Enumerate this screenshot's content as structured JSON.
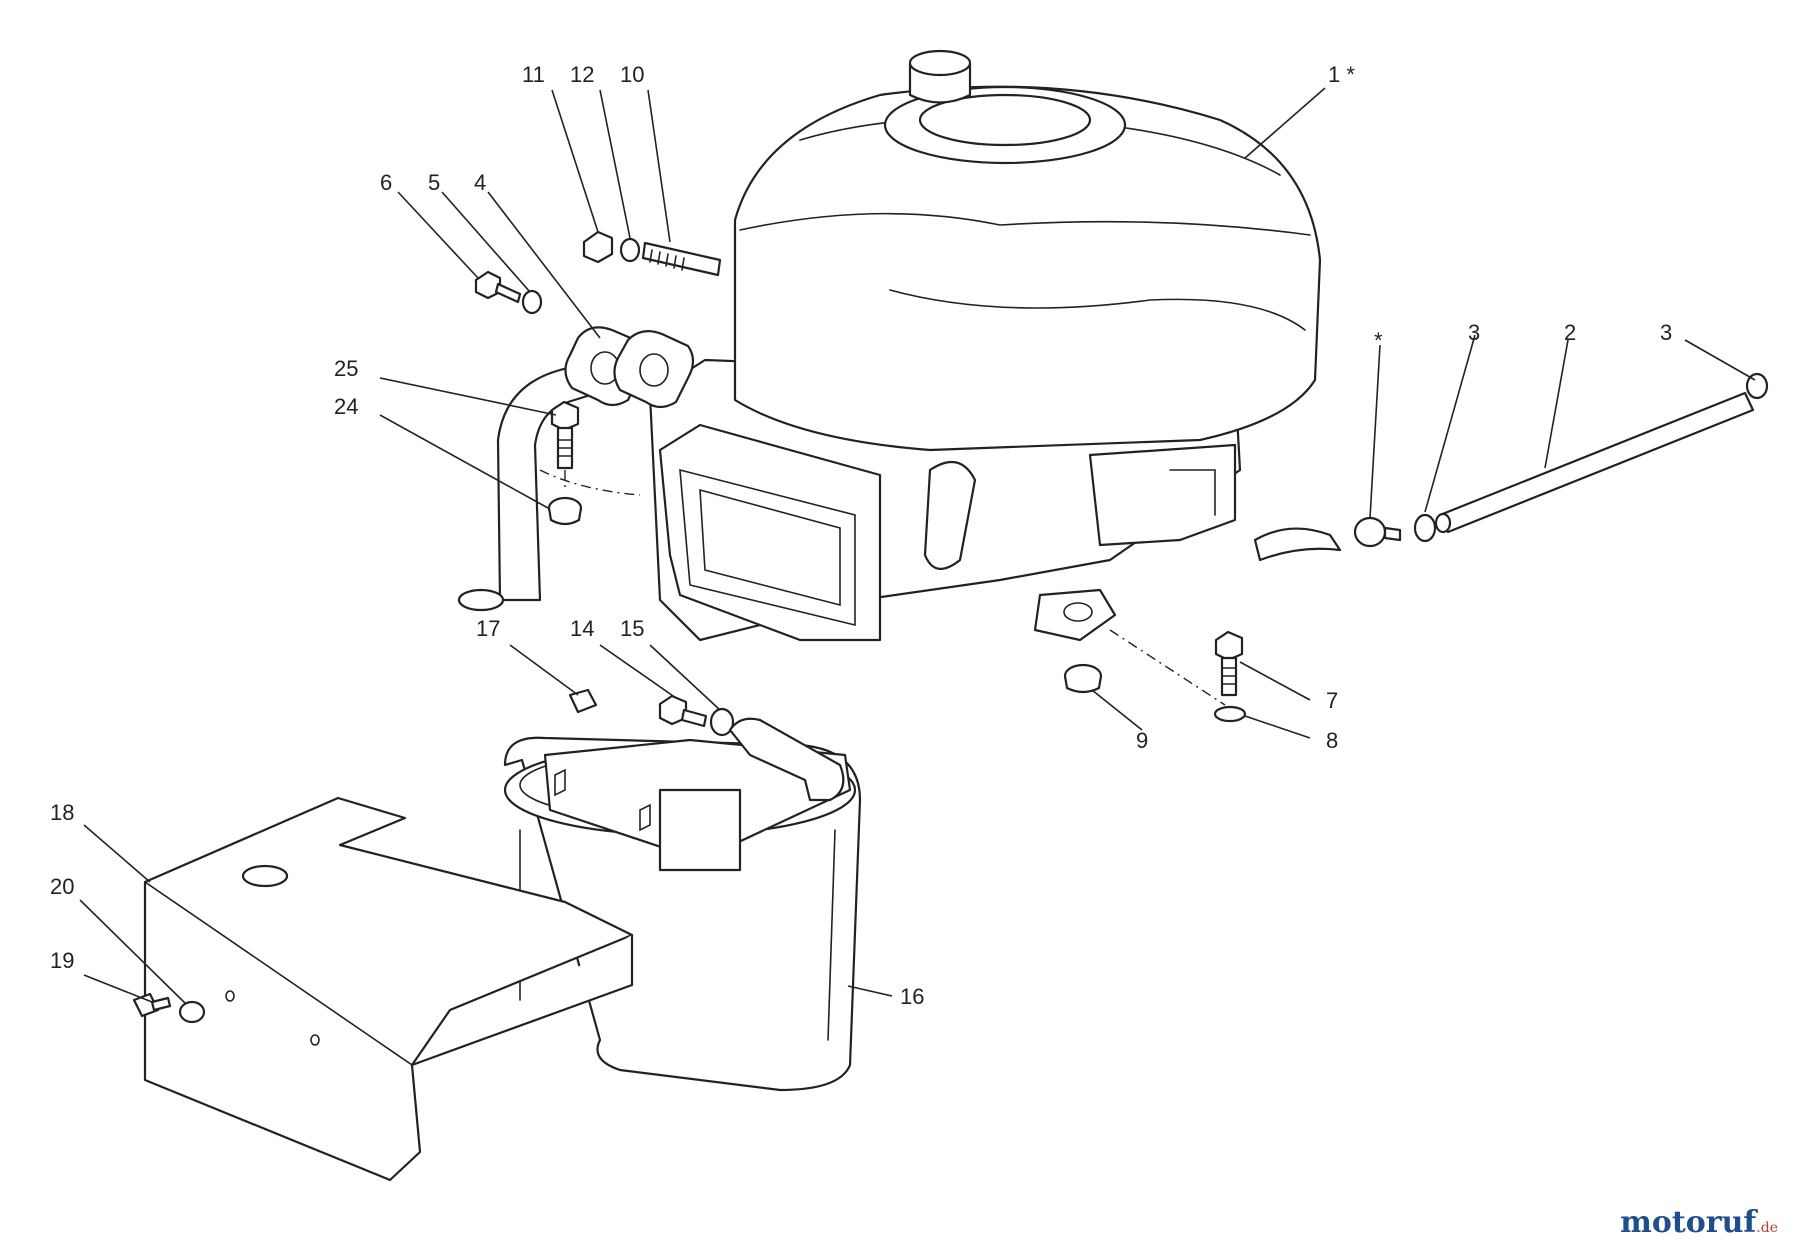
{
  "callouts": [
    {
      "id": "c1",
      "text": "1 *"
    },
    {
      "id": "c2",
      "text": "2"
    },
    {
      "id": "c3a",
      "text": "3"
    },
    {
      "id": "c3b",
      "text": "3"
    },
    {
      "id": "cstar",
      "text": "*"
    },
    {
      "id": "c4",
      "text": "4"
    },
    {
      "id": "c5",
      "text": "5"
    },
    {
      "id": "c6",
      "text": "6"
    },
    {
      "id": "c7",
      "text": "7"
    },
    {
      "id": "c8",
      "text": "8"
    },
    {
      "id": "c9",
      "text": "9"
    },
    {
      "id": "c10",
      "text": "10"
    },
    {
      "id": "c11",
      "text": "11"
    },
    {
      "id": "c12",
      "text": "12"
    },
    {
      "id": "c14",
      "text": "14"
    },
    {
      "id": "c15",
      "text": "15"
    },
    {
      "id": "c16",
      "text": "16"
    },
    {
      "id": "c17",
      "text": "17"
    },
    {
      "id": "c18",
      "text": "18"
    },
    {
      "id": "c19",
      "text": "19"
    },
    {
      "id": "c20",
      "text": "20"
    },
    {
      "id": "c24",
      "text": "24"
    },
    {
      "id": "c25",
      "text": "25"
    }
  ],
  "watermark": {
    "brand": "motoruf",
    "suffix": ".de"
  }
}
